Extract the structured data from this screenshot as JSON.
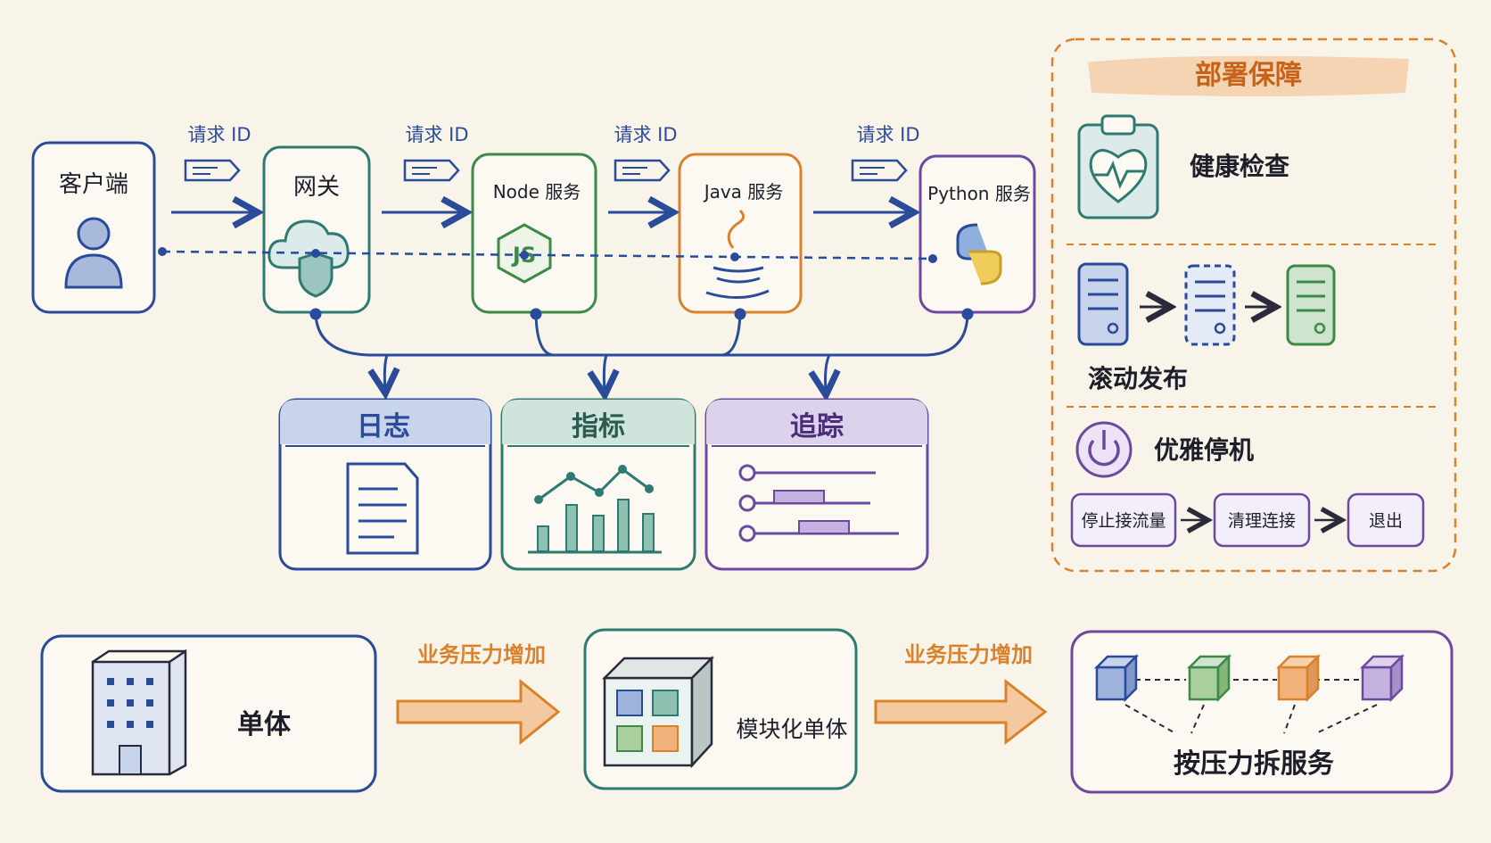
{
  "request_flow": {
    "request_id_label": "请求 ID",
    "nodes": {
      "client": "客户端",
      "gateway": "网关",
      "node": "Node 服务",
      "java": "Java 服务",
      "python": "Python 服务"
    }
  },
  "observability": {
    "logs": "日志",
    "metrics": "指标",
    "tracing": "追踪"
  },
  "deployment": {
    "title": "部署保障",
    "health_check": "健康检查",
    "rolling_release": "滚动发布",
    "graceful_shutdown": "优雅停机",
    "steps": [
      "停止接流量",
      "清理连接",
      "退出"
    ]
  },
  "evolution": {
    "pressure_label": "业务压力增加",
    "monolith": "单体",
    "modular_monolith": "模块化单体",
    "split_services": "按压力拆服务"
  },
  "colors": {
    "background": "#f8f4e9",
    "blue": "#2a4a9a",
    "teal": "#2f7a70",
    "green": "#3d8a48",
    "orange": "#d9822b",
    "purple": "#6b4a9e",
    "ink": "#2a2a3a"
  }
}
